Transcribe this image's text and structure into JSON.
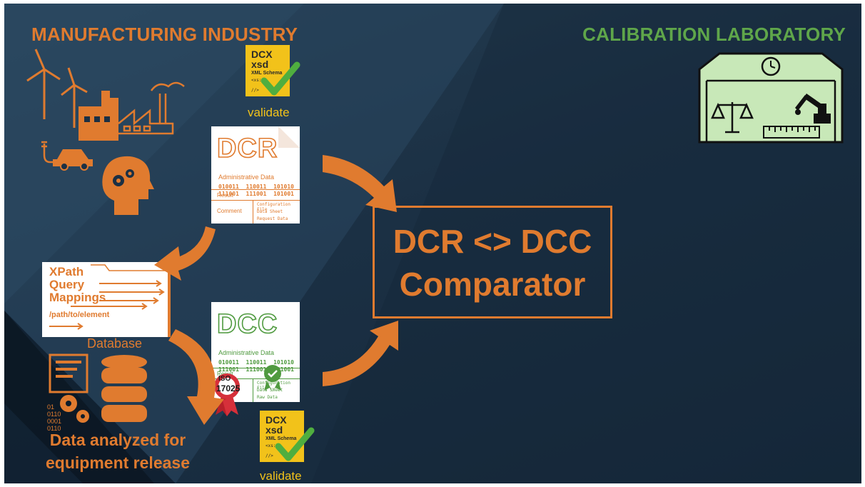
{
  "titles": {
    "manufacturing": "MANUFACTURING INDUSTRY",
    "calibration": "CALIBRATION LABORATORY"
  },
  "dcx_top": {
    "line1": "DCX",
    "line2": "xsd",
    "line3": "XML Schema",
    "code1": "<xs:=",
    "code2": "//>",
    "label": "validate"
  },
  "dcx_bottom": {
    "line1": "DCX",
    "line2": "xsd",
    "line3": "XML Schema",
    "code1": "<xs:=",
    "code2": "//>",
    "label": "validate"
  },
  "dcr_doc": {
    "title": "DCR",
    "section": "Administrative Data",
    "bits": "010011  110011  101010\n111001  111001  101001",
    "result": "Result",
    "comment": "Comment",
    "refs": [
      "Configuration File",
      "Data Sheet",
      "Request Data"
    ]
  },
  "dcc_doc": {
    "title": "DCC",
    "section": "Administrative Data",
    "bits": "010011  110011  101010\n111001  111001  101001",
    "result": "Result",
    "refs": [
      "Configuration File",
      "Data Sheet",
      "Raw Data"
    ],
    "iso_label": "ISO",
    "iso_number": "17025"
  },
  "xpath": {
    "line1": "XPath",
    "line2": "Query",
    "line3": "Mappings",
    "line4": "/path/to/element"
  },
  "comparator": {
    "line1": "DCR <> DCC",
    "line2": "Comparator"
  },
  "database": {
    "label": "Database",
    "bits": [
      "01",
      "0110",
      "0001",
      "0110"
    ]
  },
  "analysis": {
    "line1": "Data analyzed for",
    "line2": "equipment release"
  },
  "colors": {
    "orange": "#e07b2f",
    "green": "#5fa64a",
    "yellow": "#f2c21a",
    "background": "#1b3044",
    "lab_fill": "#c8e8b8"
  },
  "icons": [
    "wind-turbine-icon",
    "factory-icon",
    "electric-car-icon",
    "head-gears-icon",
    "checkmark-icon",
    "iso-seal-icon",
    "award-badge-icon",
    "database-icon",
    "data-analysis-icon",
    "clock-icon",
    "balance-scale-icon",
    "robot-arm-icon",
    "ruler-icon"
  ]
}
